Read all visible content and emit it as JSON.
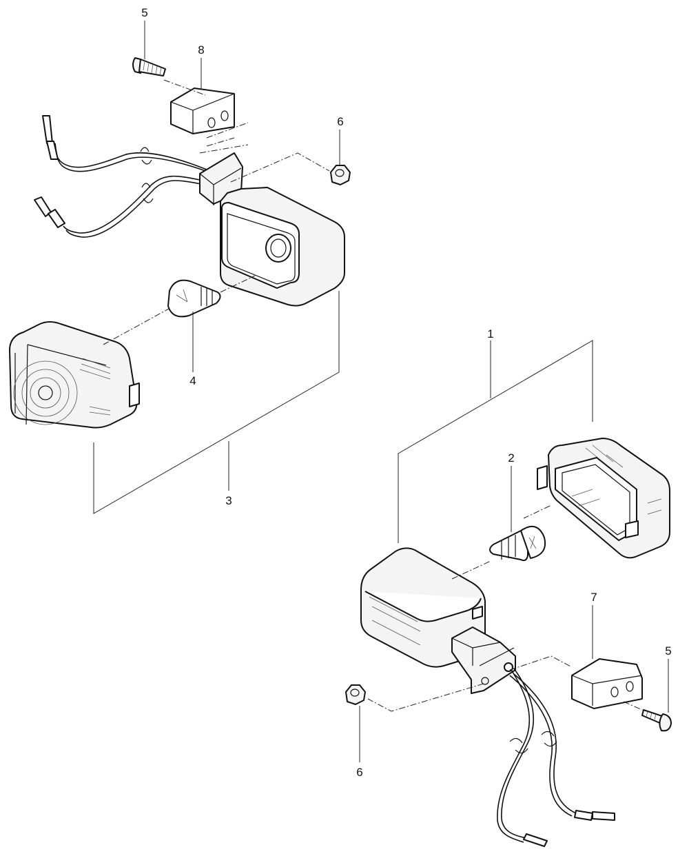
{
  "callouts": {
    "screw_upper": "5",
    "spacer_upper": "8",
    "nut_upper": "6",
    "bulb_upper": "4",
    "assembly_upper": "3",
    "assembly_lower": "1",
    "bulb_lower": "2",
    "spacer_lower": "7",
    "screw_lower": "5",
    "nut_lower": "6"
  }
}
